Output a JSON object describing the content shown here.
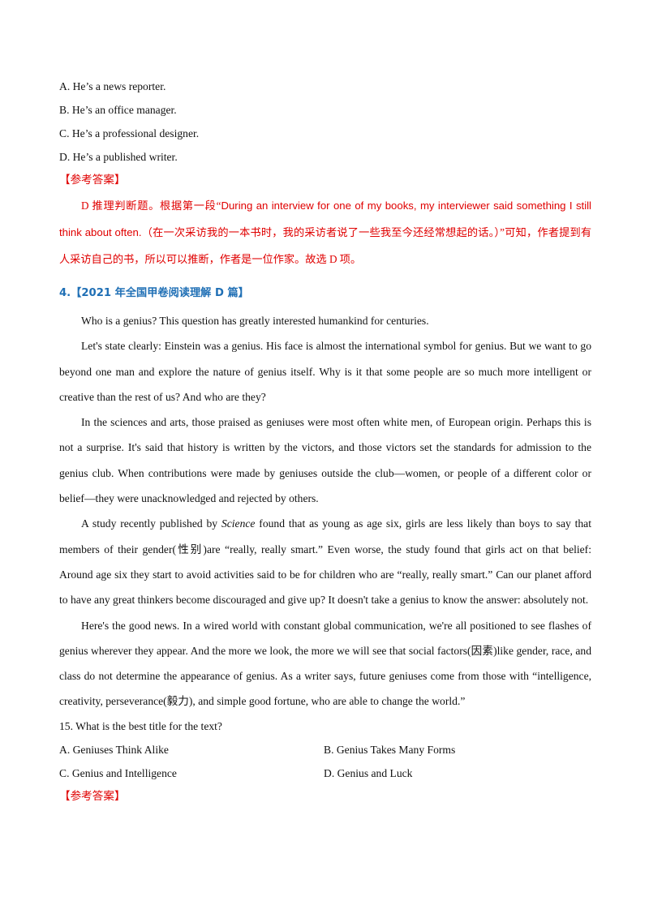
{
  "prev_options": [
    "A.  He’s a news reporter.",
    "B.  He’s an office manager.",
    "C.  He’s a professional designer.",
    "D.  He’s a published writer."
  ],
  "answer_label_1": "【参考答案】",
  "answer_1": {
    "lead": "D 推理判断题。根据第一段“",
    "quote_en": "During an interview for one of my books, my interviewer said something I still think about often.",
    "tail": "（在一次采访我的一本书时，我的采访者说了一些我至今还经常想起的话。）”可知，作者提到有人采访自己的书，所以可以推断，作者是一位作家。故选 D 项。"
  },
  "section_heading": "4.【2021 年全国甲卷阅读理解 D 篇】",
  "passage": {
    "p1": "Who is a genius? This question has greatly interested humankind for centuries.",
    "p2": "Let's state clearly: Einstein was a genius. His face is almost the international symbol for genius. But we want to go beyond one man and explore the nature of genius itself. Why is it that some people are so much more intelligent or creative than the rest of us? And who are they?",
    "p3": "In the sciences and arts, those praised as geniuses were most often white men, of European origin. Perhaps this is not a surprise. It's said that history is written by the victors, and those victors set the standards for admission to the genius club. When contributions were made by geniuses outside the club—women, or people of a different color or belief—they were unacknowledged and rejected by others.",
    "p4_a": "A study recently published by ",
    "p4_journal": "Science",
    "p4_b": " found that as young as age six, girls are less likely than boys to say that members of their gender(性别)are “really, really smart.” Even worse, the study found that girls act on that belief: Around age six they start to avoid activities said to be for children who are “really, really smart.” Can our planet afford to have any great thinkers become discouraged and give up? It doesn't take a genius to know the answer: absolutely not.",
    "p5": "Here's the good news. In a wired world with constant global communication, we're all positioned to see flashes of genius wherever they appear. And the more we look, the more we will see that social factors(因素)like gender, race, and class do not determine the appearance of genius. As a writer says, future geniuses come from those with “intelligence, creativity, perseverance(毅力), and simple good fortune, who are able to change the world.”"
  },
  "question": {
    "stem": "15.  What is the best title for the text?",
    "options": [
      "A.  Geniuses Think Alike",
      "B.  Genius Takes Many Forms",
      "C.  Genius and Intelligence",
      "D.  Genius and Luck"
    ]
  },
  "answer_label_2": "【参考答案】",
  "colors": {
    "answer_red": "#e00000",
    "heading_blue": "#1f6fb5"
  }
}
